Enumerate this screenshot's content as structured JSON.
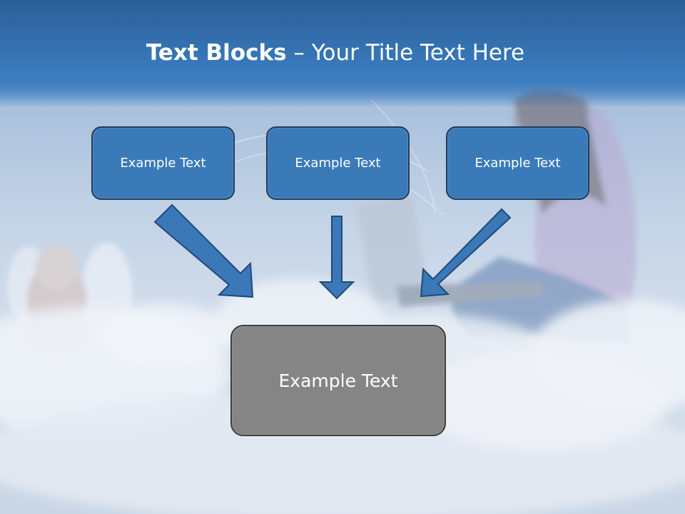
{
  "slide": {
    "title_bold": "Text Blocks",
    "title_dash": " – ",
    "title_rest": "Your Title Text Here",
    "blocks": [
      {
        "label": "Example Text"
      },
      {
        "label": "Example Text"
      },
      {
        "label": "Example Text"
      }
    ],
    "main_block": {
      "label": "Example Text"
    }
  },
  "colors": {
    "title_band": "#3a7cbf",
    "block_fill": "#3a7ab8",
    "block_border": "#1f3b5c",
    "main_fill": "#858585",
    "arrow_fill": "#3b78b8"
  }
}
